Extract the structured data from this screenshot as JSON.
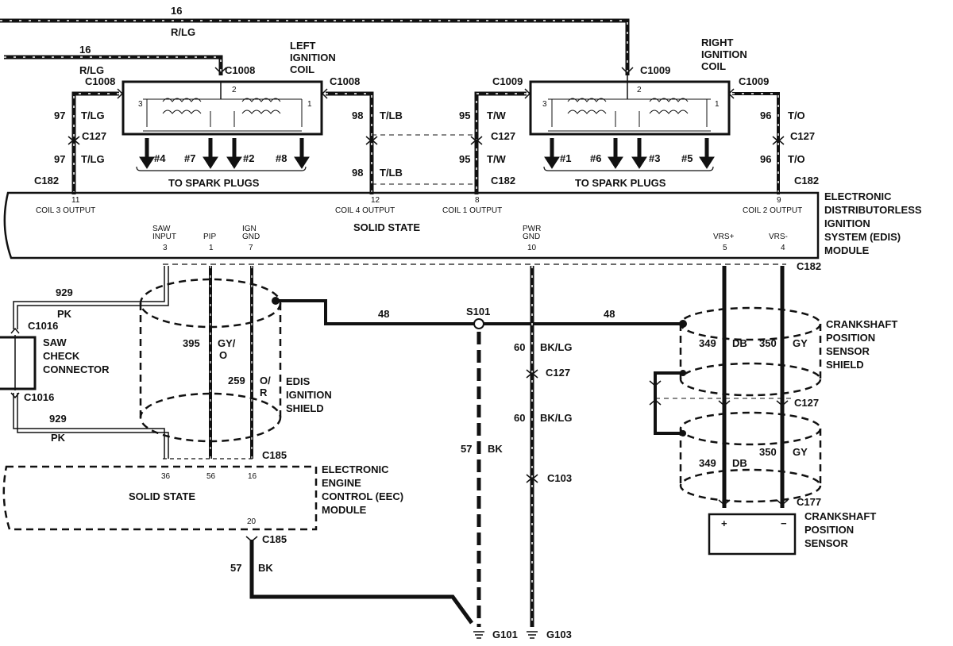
{
  "top_wires": {
    "w1_num": "16",
    "w1_color": "R/LG",
    "w2_num": "16",
    "w2_color": "R/LG"
  },
  "left_coil": {
    "title": [
      "LEFT",
      "IGNITION",
      "COIL"
    ],
    "conn_top": "C1008",
    "conn_left": "C1008",
    "conn_right": "C1008",
    "pin_left": "3",
    "pin_mid": "2",
    "pin_right": "1",
    "plugs": [
      "#4",
      "#7",
      "#2",
      "#8"
    ],
    "caption": "TO SPARK PLUGS"
  },
  "right_coil": {
    "title": [
      "RIGHT",
      "IGNITION",
      "COIL"
    ],
    "conn_top": "C1009",
    "conn_left": "C1009",
    "conn_right": "C1009",
    "pin_left": "3",
    "pin_mid": "2",
    "pin_right": "1",
    "plugs": [
      "#1",
      "#6",
      "#3",
      "#5"
    ],
    "caption": "TO SPARK PLUGS"
  },
  "coil_wires": {
    "w97": "97",
    "c97": "T/LG",
    "w98": "98",
    "c98": "T/LB",
    "w95": "95",
    "c95": "T/W",
    "w96": "96",
    "c96": "T/O",
    "c127": "C127",
    "c182": "C182"
  },
  "edis": {
    "title": [
      "ELECTRONIC",
      "DISTRIBUTORLESS",
      "IGNITION",
      "SYSTEM (EDIS)",
      "MODULE"
    ],
    "center": "SOLID STATE",
    "pins": [
      {
        "num": "11",
        "label": "COIL 3 OUTPUT"
      },
      {
        "num": "12",
        "label": "COIL 4 OUTPUT"
      },
      {
        "num": "8",
        "label": "COIL 1 OUTPUT"
      },
      {
        "num": "9",
        "label": "COIL 2 OUTPUT"
      },
      {
        "num": "3",
        "label1": "SAW",
        "label2": "INPUT"
      },
      {
        "num": "1",
        "label1": "PIP",
        "label2": ""
      },
      {
        "num": "7",
        "label1": "IGN",
        "label2": "GND"
      },
      {
        "num": "10",
        "label1": "PWR",
        "label2": "GND"
      },
      {
        "num": "5",
        "label1": "VRS+",
        "label2": ""
      },
      {
        "num": "4",
        "label1": "VRS-",
        "label2": ""
      }
    ],
    "bottom_conn": "C182"
  },
  "saw": {
    "title": [
      "SAW",
      "CHECK",
      "CONNECTOR"
    ],
    "conn": "C1016",
    "wire": "929",
    "color": "PK"
  },
  "shield_edis": {
    "title": [
      "EDIS",
      "IGNITION",
      "SHIELD"
    ],
    "w395": "395",
    "c395a": "GY/",
    "c395b": "O",
    "w259": "259",
    "c259a": "O/",
    "c259b": "R"
  },
  "ground": {
    "w48": "48",
    "splice": "S101",
    "w60": "60",
    "c60": "BK/LG",
    "w57": "57",
    "c57": "BK",
    "c127": "C127",
    "c103": "C103",
    "g101": "G101",
    "g103": "G103"
  },
  "crank_shield": {
    "title": [
      "CRANKSHAFT",
      "POSITION",
      "SENSOR",
      "SHIELD"
    ],
    "w349": "349",
    "c349": "DB",
    "w350": "350",
    "c350": "GY",
    "c127": "C127",
    "c177": "C177"
  },
  "crank_sensor": {
    "title": [
      "CRANKSHAFT",
      "POSITION",
      "SENSOR"
    ],
    "plus": "+",
    "minus": "−"
  },
  "eec": {
    "title": [
      "ELECTRONIC",
      "ENGINE",
      "CONTROL (EEC)",
      "MODULE"
    ],
    "center": "SOLID STATE",
    "pins": [
      "36",
      "56",
      "16",
      "20"
    ],
    "conn": "C185"
  }
}
